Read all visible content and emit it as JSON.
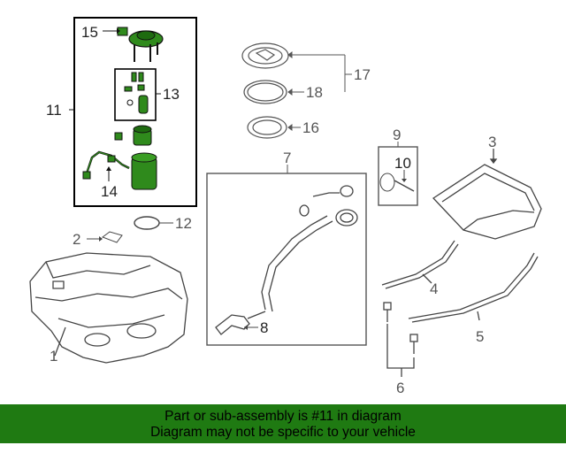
{
  "callouts": {
    "c1": "1",
    "c2": "2",
    "c3": "3",
    "c4": "4",
    "c5": "5",
    "c6": "6",
    "c7": "7",
    "c8": "8",
    "c9": "9",
    "c10": "10",
    "c11": "11",
    "c12": "12",
    "c13": "13",
    "c14": "14",
    "c15": "15",
    "c16": "16",
    "c17": "17",
    "c18": "18"
  },
  "banner": {
    "line1": "Part or sub-assembly is #11 in diagram",
    "line2": "Diagram may not be specific to your vehicle"
  },
  "colors": {
    "banner": "#1f7a12",
    "highlight_part": "#2f8a1c",
    "linework": "#444444"
  }
}
